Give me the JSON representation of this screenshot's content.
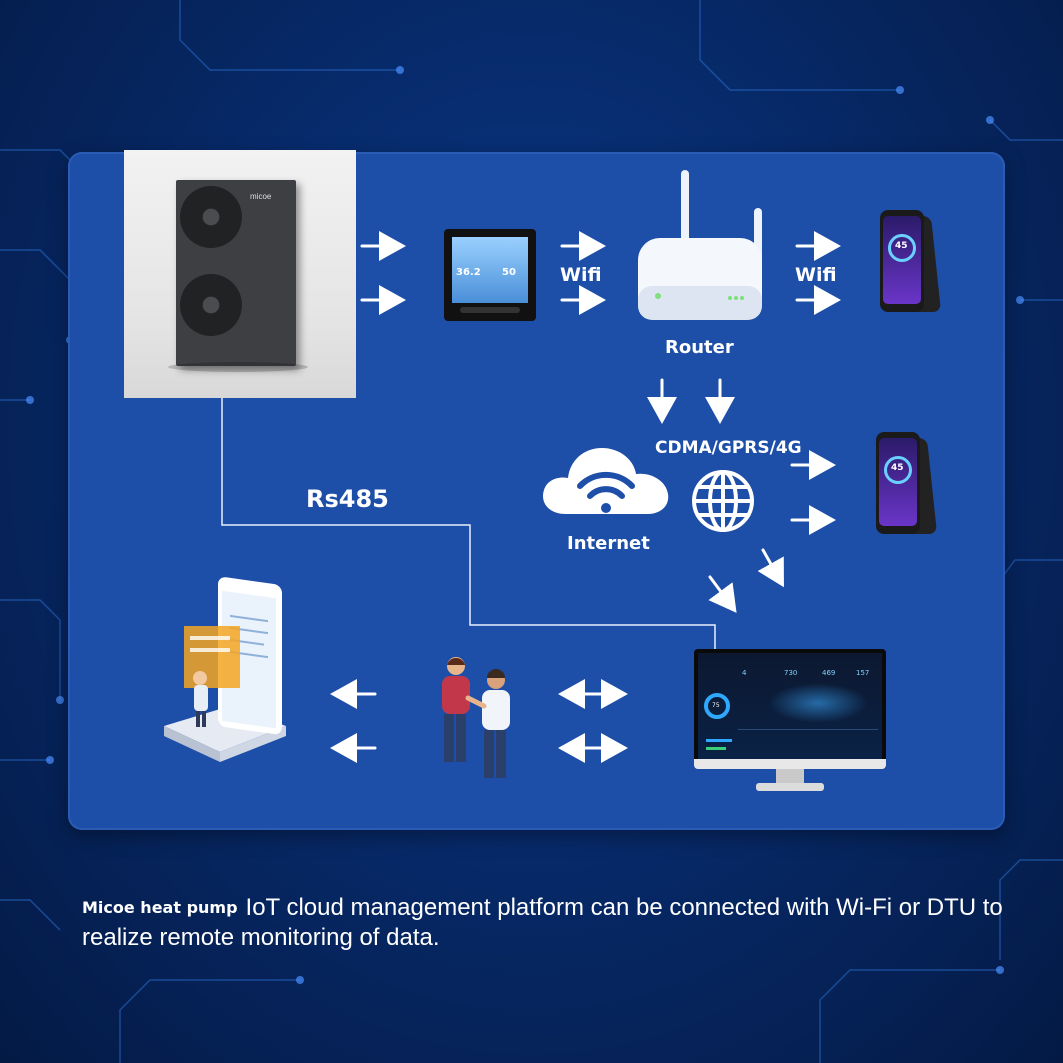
{
  "labels": {
    "wifi_1": "Wifi",
    "wifi_2": "Wifi",
    "router": "Router",
    "cdma": "CDMA/GPRS/4G",
    "internet": "Internet",
    "rs485": "Rs485"
  },
  "heat_pump": {
    "brand_text": "micoe"
  },
  "thermostat": {
    "temp_left": "36.2",
    "temp_right": "50"
  },
  "phone": {
    "reading": "45",
    "reading_2": "45"
  },
  "monitor": {
    "stats": [
      "4",
      "730",
      "469",
      "157"
    ],
    "gauge_value": "75"
  },
  "caption": {
    "brand": "Micoe heat pump",
    "text": "IoT cloud management platform can be connected with Wi-Fi or DTU to realize remote monitoring of data."
  },
  "colors": {
    "background": "#072a6a",
    "panel": "#1d4ea8",
    "text": "#ffffff"
  }
}
